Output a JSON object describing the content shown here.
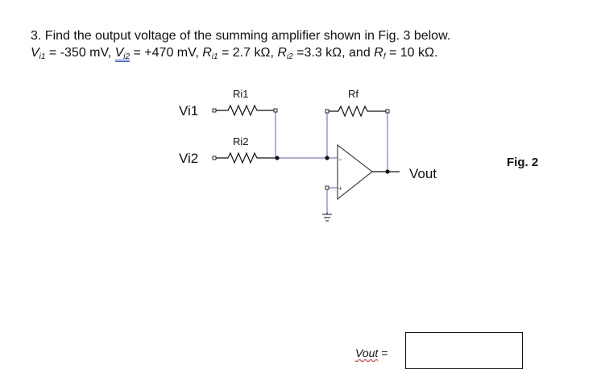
{
  "problem": {
    "number": "3.",
    "statement": "Find the output voltage of the summing amplifier shown in Fig. 3 below.",
    "given": {
      "vi1_symbol": "V",
      "vi1_sub": "i1",
      "vi1_value": " = -350 mV, ",
      "vi2_symbol": "V",
      "vi2_sub": "i2",
      "vi2_value": " = +470 mV, ",
      "ri1_symbol": "R",
      "ri1_sub": "i1",
      "ri1_value": " = 2.7 kΩ, ",
      "ri2_symbol": "R",
      "ri2_sub": "i2",
      "ri2_value": " =3.3 kΩ, and ",
      "rf_symbol": "R",
      "rf_sub": "f",
      "rf_value": " = 10 kΩ."
    }
  },
  "circuit": {
    "label_vi1": "Vi1",
    "label_vi2": "Vi2",
    "label_ri1": "Ri1",
    "label_ri2": "Ri2",
    "label_rf": "Rf",
    "label_vout": "Vout",
    "minus_sign": "−",
    "plus_sign": "+",
    "wire_color": "#5a5fd0"
  },
  "figure": {
    "label": "Fig. 2"
  },
  "answer": {
    "label_prefix": "Vout",
    "label_suffix": " =",
    "value": ""
  }
}
